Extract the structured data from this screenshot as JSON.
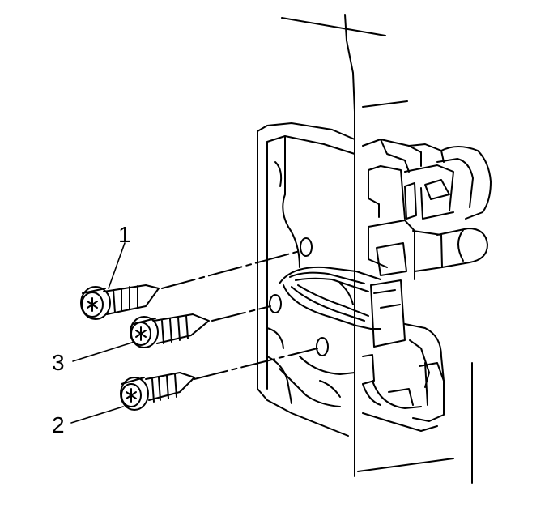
{
  "diagram": {
    "callouts": [
      {
        "id": "1",
        "text": "1"
      },
      {
        "id": "3",
        "text": "3"
      },
      {
        "id": "2",
        "text": "2"
      }
    ],
    "colors": {
      "line": "#000000",
      "background": "#ffffff"
    }
  }
}
